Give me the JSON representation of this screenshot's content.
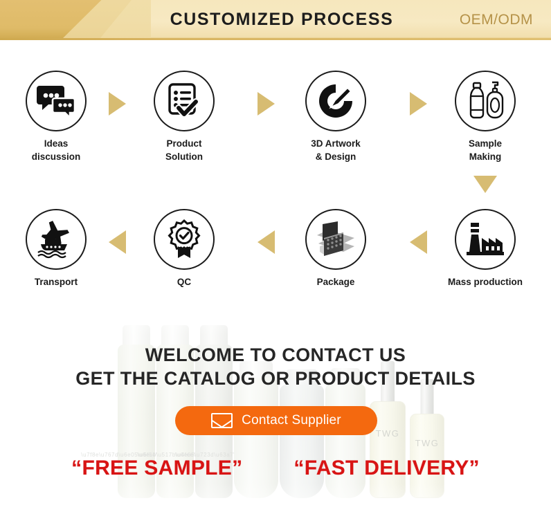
{
  "banner": {
    "title": "CUSTOMIZED PROCESS",
    "subtitle": "OEM/ODM",
    "accent_color": "#d9b866",
    "title_color": "#1d1d1d",
    "subtitle_color": "#b59248"
  },
  "process": {
    "arrow_color": "#d7bc72",
    "row1": [
      {
        "icon": "chat-bubbles-icon",
        "label": "Ideas\ndiscussion"
      },
      {
        "icon": "document-checklist-icon",
        "label": "Product\nSolution"
      },
      {
        "icon": "design-pen-target-icon",
        "label": "3D Artwork\n& Design"
      },
      {
        "icon": "cosmetic-bottles-icon",
        "label": "Sample\nMaking"
      }
    ],
    "row1_arrows": [
      "arrow-right",
      "arrow-right",
      "arrow-right"
    ],
    "row_connector_arrow": "arrow-down",
    "row2": [
      {
        "icon": "plane-ship-icon",
        "label": "Transport"
      },
      {
        "icon": "quality-badge-icon",
        "label": "QC"
      },
      {
        "icon": "open-box-icon",
        "label": "Package"
      },
      {
        "icon": "factory-icon",
        "label": "Mass production"
      }
    ],
    "row2_arrows": [
      "arrow-left",
      "arrow-left",
      "arrow-left"
    ]
  },
  "promo": {
    "headline_line1": "WELCOME TO CONTACT US",
    "headline_line2": "GET THE CATALOG OR PRODUCT DETAILS",
    "contact_button": {
      "label": "Contact Supplier",
      "icon": "envelope-icon",
      "background_color": "#f4690f",
      "text_color": "#ffffff"
    },
    "slogans": [
      "“FREE SAMPLE”",
      "“FAST DELIVERY”"
    ],
    "slogan_color": "#d81414",
    "bottle_labels": [
      "TWG",
      "TWG"
    ]
  }
}
